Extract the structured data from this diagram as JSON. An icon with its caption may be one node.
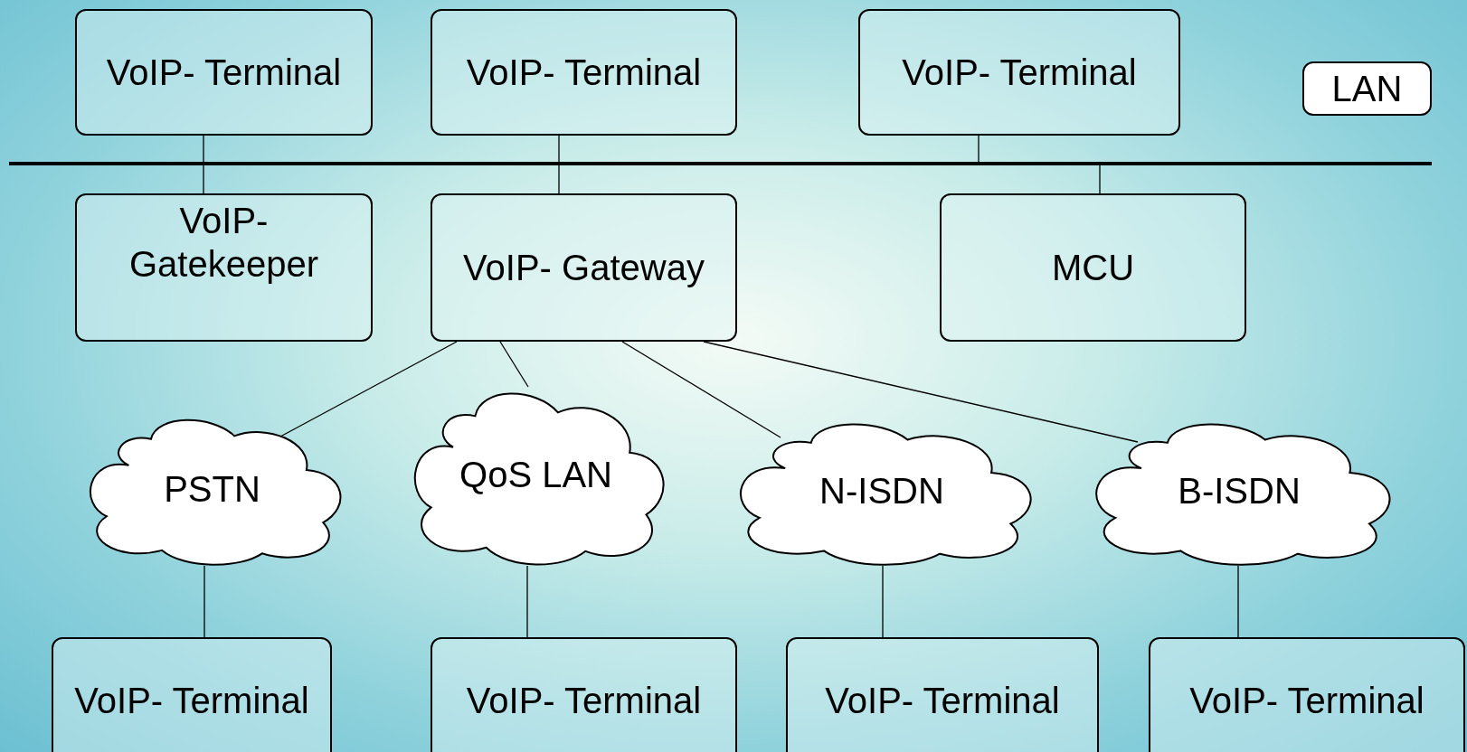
{
  "diagram": {
    "nodes": [
      {
        "text": [
          "VoIP- Terminal"
        ]
      },
      {
        "text": [
          "VoIP- Terminal"
        ]
      },
      {
        "text": [
          "VoIP- Terminal"
        ]
      },
      {
        "text": [
          "LAN"
        ]
      },
      {
        "text": [],
        "shape": "bar"
      },
      {
        "text": [
          "VoIP- Gatekeeper"
        ]
      },
      {
        "text": [
          "VoIP- Gateway"
        ]
      },
      {
        "text": [
          "MCU"
        ]
      },
      {
        "text": [
          "PSTN"
        ]
      },
      {
        "text": [
          "QoS LAN"
        ]
      },
      {
        "text": [
          "N-ISDN"
        ]
      },
      {
        "text": [
          "B-ISDN"
        ]
      },
      {
        "text": [
          "VoIP- Terminal"
        ]
      },
      {
        "text": [
          "VoIP- Terminal"
        ]
      },
      {
        "text": [
          "VoIP- Terminal"
        ]
      },
      {
        "text": [
          "VoIP- Terminal"
        ]
      }
    ],
    "edges": [
      {
        "from": 0,
        "to": 4,
        "arrow": "none"
      },
      {
        "from": 4,
        "to": 5,
        "arrow": "none"
      },
      {
        "from": 1,
        "to": 4,
        "arrow": "none"
      },
      {
        "from": 4,
        "to": 6,
        "arrow": "none"
      },
      {
        "from": 2,
        "to": 4,
        "arrow": "none"
      },
      {
        "from": 4,
        "to": 7,
        "arrow": "none"
      },
      {
        "from": 6,
        "to": 8,
        "arrow": "none"
      },
      {
        "from": 6,
        "to": 9,
        "arrow": "none"
      },
      {
        "from": 6,
        "to": 10,
        "arrow": "none"
      },
      {
        "from": 6,
        "to": 11,
        "arrow": "none"
      },
      {
        "from": 8,
        "to": 12,
        "arrow": "none"
      },
      {
        "from": 9,
        "to": 13,
        "arrow": "none"
      },
      {
        "from": 10,
        "to": 14,
        "arrow": "none"
      },
      {
        "from": 11,
        "to": 15,
        "arrow": "none"
      }
    ]
  }
}
